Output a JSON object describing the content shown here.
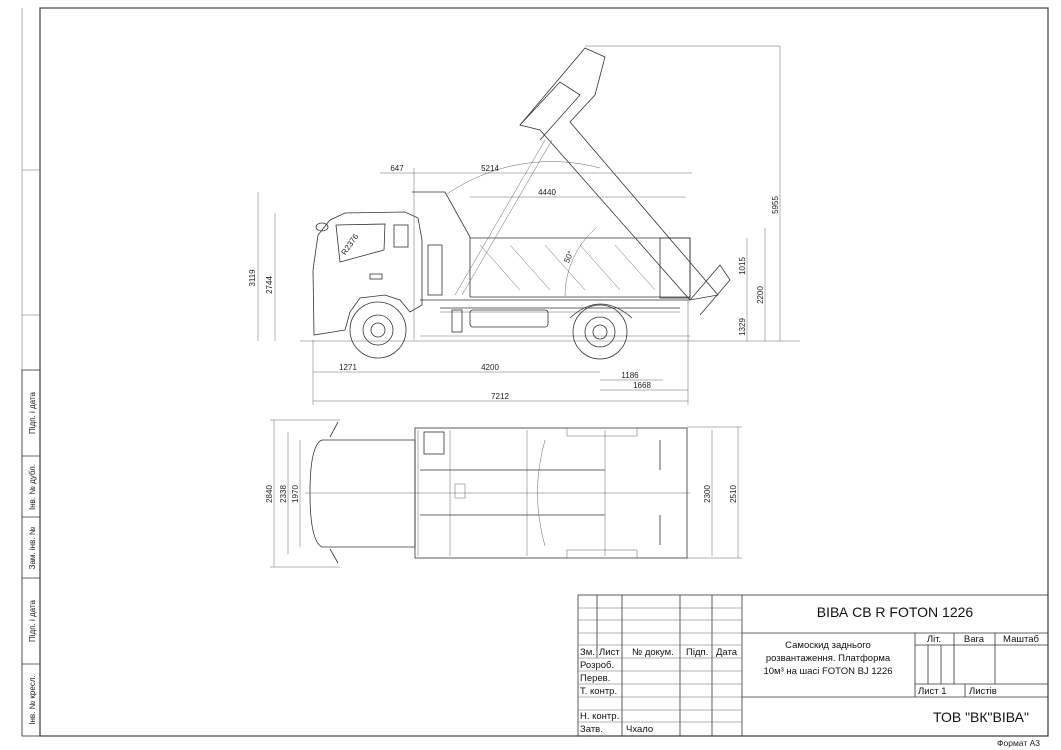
{
  "sheet": {
    "format": "Формат А3"
  },
  "side_stamps": [
    "Підп. і дата",
    "Інв. № дубл.",
    "Зам. інв. №",
    "Підп. і дата",
    "Інв. № кресл."
  ],
  "title_block": {
    "title": "ВІВА СВ R FOTON 1226",
    "description_lines": [
      "Самоскид заднього",
      "розвантаження. Платформа",
      "10м³ на  шасі FOTON BJ 1226"
    ],
    "headers": {
      "zm": "Зм.",
      "list": "Лист",
      "doc_no": "№ докум.",
      "sign": "Підп.",
      "date": "Дата"
    },
    "roles": {
      "developed": "Розроб.",
      "checked": "Перев.",
      "tech_control": "Т. контр.",
      "norm_control": "Н. контр.",
      "approved": "Затв."
    },
    "approved_by": "Чхало",
    "lit": "Літ.",
    "weight": "Вага",
    "scale": "Маштаб",
    "sheet": "Лист 1",
    "sheets": "Листів",
    "company": "ТОВ \"ВК\"ВІВА\""
  },
  "dims": {
    "side": {
      "cab_offset": "647",
      "body_to_end": "5214",
      "body_length": "4440",
      "overall_height": "3119",
      "cab_height": "2744",
      "front_overhang": "1271",
      "wheelbase": "4200",
      "overall_length": "7212",
      "rear_axle_to_frame": "1186",
      "rear_overhang": "1668",
      "side_height": "1015",
      "body_top_height": "2200",
      "floor_height": "1329",
      "tipped_height": "5955",
      "radius": "R2376",
      "tip_angle": "50°"
    },
    "top": {
      "mirror_width": "2840",
      "cab_width": "2338",
      "track": "1970",
      "body_inner_width": "2300",
      "body_width": "2510"
    }
  }
}
